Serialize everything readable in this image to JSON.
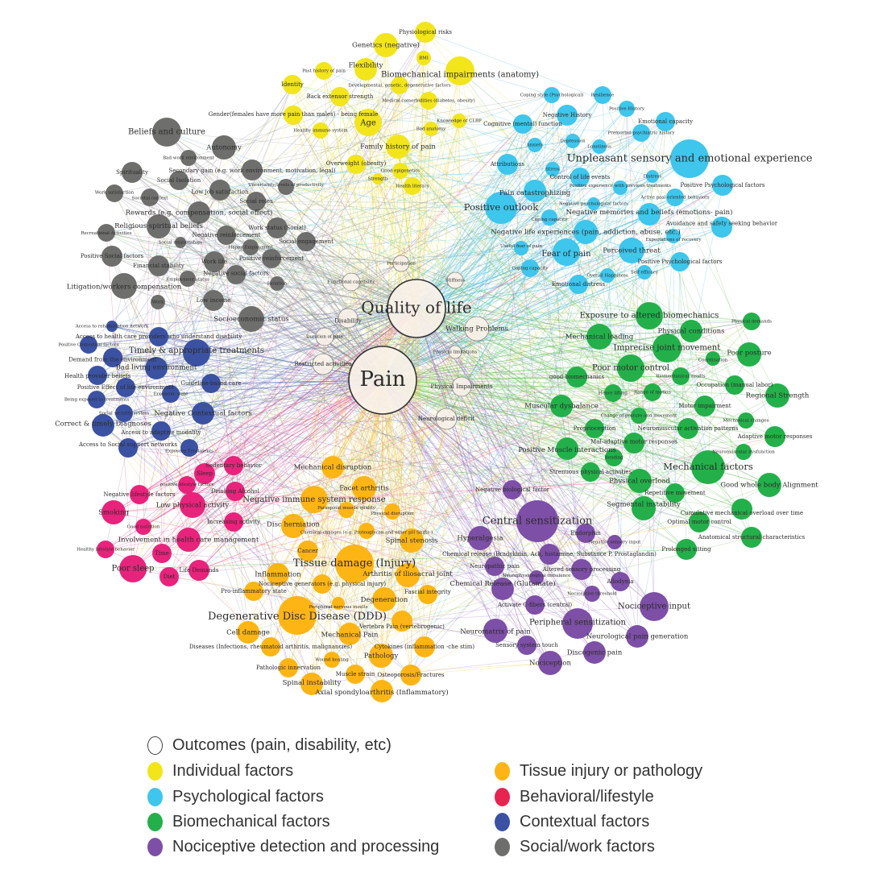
{
  "colors": {
    "outcome": "#f8f1e8",
    "individual": "#f2e51c",
    "psychological": "#3ec6ec",
    "biomechanical": "#23b04a",
    "nociceptive": "#7d4fa6",
    "tissue": "#fdb515",
    "behavioral": "#e8237c",
    "contextual": "#3b52a3",
    "social": "#6e6e6c"
  },
  "legend": [
    {
      "group": "outcome",
      "label": "Outcomes (pain, disability, etc)"
    },
    {
      "group": "individual",
      "label": "Individual factors"
    },
    {
      "group": "psychological",
      "label": "Psychological factors"
    },
    {
      "group": "biomechanical",
      "label": "Biomechanical factors"
    },
    {
      "group": "nociceptive",
      "label": "Nociceptive detection and processing"
    },
    {
      "group": "tissue",
      "label": "Tissue injury or pathology"
    },
    {
      "group": "behavioral",
      "label": "Behavioral/lifestyle"
    },
    {
      "group": "contextual",
      "label": "Contextual factors"
    },
    {
      "group": "social",
      "label": "Social/work factors"
    }
  ],
  "nodes": [
    {
      "label": "Pain",
      "group": "outcome"
    },
    {
      "label": "Quality of life",
      "group": "outcome"
    },
    {
      "label": "Participation",
      "group": "outcome"
    },
    {
      "label": "Functional capability",
      "group": "outcome"
    },
    {
      "label": "Stiffness",
      "group": "outcome"
    },
    {
      "label": "Disability",
      "group": "outcome"
    },
    {
      "label": "Duration of pain",
      "group": "outcome"
    },
    {
      "label": "Walking Problems",
      "group": "outcome"
    },
    {
      "label": "Restricted activities",
      "group": "outcome"
    },
    {
      "label": "Physical limitations",
      "group": "outcome"
    },
    {
      "label": "Physical Impairments",
      "group": "outcome"
    },
    {
      "label": "Neurological deficit",
      "group": "outcome"
    },
    {
      "label": "Physiological risks",
      "group": "individual"
    },
    {
      "label": "Genetics (negative)",
      "group": "individual"
    },
    {
      "label": "BMI",
      "group": "individual"
    },
    {
      "label": "Flexibility",
      "group": "individual"
    },
    {
      "label": "Biomechanical impairments (anatomy)",
      "group": "individual"
    },
    {
      "label": "Past history of pain",
      "group": "individual"
    },
    {
      "label": "Identity",
      "group": "individual"
    },
    {
      "label": "Developmental, genetic, degenerative factors",
      "group": "individual"
    },
    {
      "label": "Back extensor strength",
      "group": "individual"
    },
    {
      "label": "Medical comorbidities (diabetes, obesity)",
      "group": "individual"
    },
    {
      "label": "Gender(females have more pain than males) - being female",
      "group": "individual"
    },
    {
      "label": "Age",
      "group": "individual"
    },
    {
      "label": "Healthy immune system",
      "group": "individual"
    },
    {
      "label": "Knowledge of CLBP",
      "group": "individual"
    },
    {
      "label": "Bad anatomy",
      "group": "individual"
    },
    {
      "label": "Family history of pain",
      "group": "individual"
    },
    {
      "label": "Overweight (obesity)",
      "group": "individual"
    },
    {
      "label": "Good epigenetics",
      "group": "individual"
    },
    {
      "label": "Strength",
      "group": "individual"
    },
    {
      "label": "Health literacy",
      "group": "individual"
    },
    {
      "label": "Coping style (Psychological)",
      "group": "psychological"
    },
    {
      "label": "Resilience",
      "group": "psychological"
    },
    {
      "label": "Negative History",
      "group": "psychological"
    },
    {
      "label": "Positive History",
      "group": "psychological"
    },
    {
      "label": "Cognitive (mental) function",
      "group": "psychological"
    },
    {
      "label": "Emotional capacity",
      "group": "psychological"
    },
    {
      "label": "Premorbid psychiatric history",
      "group": "psychological"
    },
    {
      "label": "Anxiety",
      "group": "psychological"
    },
    {
      "label": "Depression",
      "group": "psychological"
    },
    {
      "label": "Loneliness",
      "group": "psychological"
    },
    {
      "label": "Unpleasant sensory and emotional experience",
      "group": "psychological"
    },
    {
      "label": "Attributions",
      "group": "psychological"
    },
    {
      "label": "Stress",
      "group": "psychological"
    },
    {
      "label": "Control of life events",
      "group": "psychological"
    },
    {
      "label": "Distress",
      "group": "psychological"
    },
    {
      "label": "Pain catastrophizing",
      "group": "psychological"
    },
    {
      "label": "Positive Psychological factors",
      "group": "psychological"
    },
    {
      "label": "Positive experience with previous treatments",
      "group": "psychological"
    },
    {
      "label": "Active goal oriented behaviors",
      "group": "psychological"
    },
    {
      "label": "Positive outlook",
      "group": "psychological"
    },
    {
      "label": "Negative psychological factors",
      "group": "psychological"
    },
    {
      "label": "Coping capacity",
      "group": "psychological"
    },
    {
      "label": "Negative memories and beliefs (emotions- pain)",
      "group": "psychological"
    },
    {
      "label": "Avoidance and safety seeking behavior",
      "group": "psychological"
    },
    {
      "label": "Negative life experiences (pain, addiction, abuse, etc.)",
      "group": "psychological"
    },
    {
      "label": "Expectations of recovery",
      "group": "psychological"
    },
    {
      "label": "Useful fear of pain",
      "group": "psychological"
    },
    {
      "label": "Fear of pain",
      "group": "psychological"
    },
    {
      "label": "Perceived threat",
      "group": "psychological"
    },
    {
      "label": "Coping capacity",
      "group": "psychological"
    },
    {
      "label": "Positive Psychological factors",
      "group": "psychological"
    },
    {
      "label": "Overall Happiness",
      "group": "psychological"
    },
    {
      "label": "Self efficacy",
      "group": "psychological"
    },
    {
      "label": "Emotional distress",
      "group": "psychological"
    },
    {
      "label": "Exposure to altered biomechanics",
      "group": "biomechanical"
    },
    {
      "label": "Physical demands",
      "group": "biomechanical"
    },
    {
      "label": "Mechanical loading",
      "group": "biomechanical"
    },
    {
      "label": "Physical conditions",
      "group": "biomechanical"
    },
    {
      "label": "Imprecise joint movement",
      "group": "biomechanical"
    },
    {
      "label": "Poor posture",
      "group": "biomechanical"
    },
    {
      "label": "Coordination",
      "group": "biomechanical"
    },
    {
      "label": "Poor motor control",
      "group": "biomechanical"
    },
    {
      "label": "good biomechanics",
      "group": "biomechanical"
    },
    {
      "label": "Biomechanical insults",
      "group": "biomechanical"
    },
    {
      "label": "Occupation (manual labor)",
      "group": "biomechanical"
    },
    {
      "label": "Regional Strength",
      "group": "biomechanical"
    },
    {
      "label": "Heavy lifting",
      "group": "biomechanical"
    },
    {
      "label": "Range of motion",
      "group": "biomechanical"
    },
    {
      "label": "Muscular dysbalance",
      "group": "biomechanical"
    },
    {
      "label": "Motor impairment",
      "group": "biomechanical"
    },
    {
      "label": "Change of posture and movement",
      "group": "biomechanical"
    },
    {
      "label": "Mechanical changes",
      "group": "biomechanical"
    },
    {
      "label": "Proprioception",
      "group": "biomechanical"
    },
    {
      "label": "Neuromuscular activation patterns",
      "group": "biomechanical"
    },
    {
      "label": "Adaptive motor responses",
      "group": "biomechanical"
    },
    {
      "label": "Mal-adaptive motor responses",
      "group": "biomechanical"
    },
    {
      "label": "Positive Muscle interactions",
      "group": "biomechanical"
    },
    {
      "label": "Bending",
      "group": "biomechanical"
    },
    {
      "label": "Neuromuscular dysfunction",
      "group": "biomechanical"
    },
    {
      "label": "Mechanical factors",
      "group": "biomechanical"
    },
    {
      "label": "Strenuous physical activities",
      "group": "biomechanical"
    },
    {
      "label": "Physical overload",
      "group": "biomechanical"
    },
    {
      "label": "Good whole body Alignment",
      "group": "biomechanical"
    },
    {
      "label": "Repetitive movement",
      "group": "biomechanical"
    },
    {
      "label": "Segmental instability",
      "group": "biomechanical"
    },
    {
      "label": "Cumulative mechanical overload over time",
      "group": "biomechanical"
    },
    {
      "label": "Optimal motor control",
      "group": "biomechanical"
    },
    {
      "label": "Anatomical structural characteristics",
      "group": "biomechanical"
    },
    {
      "label": "Prolonged sitting",
      "group": "biomechanical"
    },
    {
      "label": "Negative biological factor",
      "group": "nociceptive"
    },
    {
      "label": "Central sensitization",
      "group": "nociceptive"
    },
    {
      "label": "Hyperalgesia",
      "group": "nociceptive"
    },
    {
      "label": "Endorphin",
      "group": "nociceptive"
    },
    {
      "label": "Negative sensory input",
      "group": "nociceptive"
    },
    {
      "label": "Chemical release (Bradykinin, Ach, histamine, Substance P, Prostaglandin)",
      "group": "nociceptive"
    },
    {
      "label": "Neuropathic pain",
      "group": "nociceptive"
    },
    {
      "label": "Altered sensory processing",
      "group": "nociceptive"
    },
    {
      "label": "Neurophysiological imbalance",
      "group": "nociceptive"
    },
    {
      "label": "Allodynia",
      "group": "nociceptive"
    },
    {
      "label": "Chemical Release (Glutamate)",
      "group": "nociceptive"
    },
    {
      "label": "Nociceptive threshold",
      "group": "nociceptive"
    },
    {
      "label": "Nociceptive input",
      "group": "nociceptive"
    },
    {
      "label": "Activate C-fibers (central)",
      "group": "nociceptive"
    },
    {
      "label": "Peripheral sensitization",
      "group": "nociceptive"
    },
    {
      "label": "Neurological pain generation",
      "group": "nociceptive"
    },
    {
      "label": "Neuromatrix of pain",
      "group": "nociceptive"
    },
    {
      "label": "Sensory system touch",
      "group": "nociceptive"
    },
    {
      "label": "Discogenic pain",
      "group": "nociceptive"
    },
    {
      "label": "Nociception",
      "group": "nociceptive"
    },
    {
      "label": "Mechanical disruption",
      "group": "tissue"
    },
    {
      "label": "Facet arthritis",
      "group": "tissue"
    },
    {
      "label": "Negative immune system response",
      "group": "tissue"
    },
    {
      "label": "Paraspinal muscle quality",
      "group": "tissue"
    },
    {
      "label": "Physical disruption",
      "group": "tissue"
    },
    {
      "label": "Disc herniation",
      "group": "tissue"
    },
    {
      "label": "Chemical changes (e.g. Proteoglycan and other pH Shifts )",
      "group": "tissue"
    },
    {
      "label": "Spinal stenosis",
      "group": "tissue"
    },
    {
      "label": "Cancer",
      "group": "tissue"
    },
    {
      "label": "Tissue damage (Injury)",
      "group": "tissue"
    },
    {
      "label": "Inflammation",
      "group": "tissue"
    },
    {
      "label": "Arthritis of iliosacral joint",
      "group": "tissue"
    },
    {
      "label": "Nociceptive generators (e.g. physical injury)",
      "group": "tissue"
    },
    {
      "label": "Pro-inflammatory state",
      "group": "tissue"
    },
    {
      "label": "Fascial integrity",
      "group": "tissue"
    },
    {
      "label": "Degeneration",
      "group": "tissue"
    },
    {
      "label": "Peripheral nervous insults",
      "group": "tissue"
    },
    {
      "label": "Degenerative Disc Disease (DDD)",
      "group": "tissue"
    },
    {
      "label": "Vertebra Pain (vertebrogenic)",
      "group": "tissue"
    },
    {
      "label": "Cell damage",
      "group": "tissue"
    },
    {
      "label": "Mechanical Pain",
      "group": "tissue"
    },
    {
      "label": "Diseases (Infections, rheumatoid arthritis, malignancies)",
      "group": "tissue"
    },
    {
      "label": "Cytokines (inflammation -che stim)",
      "group": "tissue"
    },
    {
      "label": "Pathology",
      "group": "tissue"
    },
    {
      "label": "Wound healing",
      "group": "tissue"
    },
    {
      "label": "Pathologic innervation",
      "group": "tissue"
    },
    {
      "label": "Muscle strain",
      "group": "tissue"
    },
    {
      "label": "Osteoporosis/Fractures",
      "group": "tissue"
    },
    {
      "label": "Spinal instability",
      "group": "tissue"
    },
    {
      "label": "Axial spondyloarthritis (Inflammatory)",
      "group": "tissue"
    },
    {
      "label": "Sedentary behavior",
      "group": "behavioral"
    },
    {
      "label": "Sleep",
      "group": "behavioral"
    },
    {
      "label": "positive lifestyle factors",
      "group": "behavioral"
    },
    {
      "label": "Negative lifestyle factors",
      "group": "behavioral"
    },
    {
      "label": "Drinking Alcohol",
      "group": "behavioral"
    },
    {
      "label": "Smoking",
      "group": "behavioral"
    },
    {
      "label": "Low physical activity",
      "group": "behavioral"
    },
    {
      "label": "Increasing activity",
      "group": "behavioral"
    },
    {
      "label": "Good nutrition",
      "group": "behavioral"
    },
    {
      "label": "Involvement in health care management",
      "group": "behavioral"
    },
    {
      "label": "Healthy lifestyle behavior",
      "group": "behavioral"
    },
    {
      "label": "Time",
      "group": "behavioral"
    },
    {
      "label": "Poor sleep",
      "group": "behavioral"
    },
    {
      "label": "Diet",
      "group": "behavioral"
    },
    {
      "label": "Life Demands",
      "group": "behavioral"
    },
    {
      "label": "Access to rehabilitation network",
      "group": "contextual"
    },
    {
      "label": "Access to health care providers who understand disability",
      "group": "contextual"
    },
    {
      "label": "Positive Contextual factors",
      "group": "contextual"
    },
    {
      "label": "Timely & appropriate treatments",
      "group": "contextual"
    },
    {
      "label": "Demand from the environment",
      "group": "contextual"
    },
    {
      "label": "Bad living environment",
      "group": "contextual"
    },
    {
      "label": "Health provider beliefs",
      "group": "contextual"
    },
    {
      "label": "Positive Effect of life environment",
      "group": "contextual"
    },
    {
      "label": "Guideline-based care",
      "group": "contextual"
    },
    {
      "label": "Economic state",
      "group": "contextual"
    },
    {
      "label": "Being exposed to treatments",
      "group": "contextual"
    },
    {
      "label": "Social security system",
      "group": "contextual"
    },
    {
      "label": "Negative Contextual factors",
      "group": "contextual"
    },
    {
      "label": "Correct & timely Diagnoses",
      "group": "contextual"
    },
    {
      "label": "Access to adaptive modality",
      "group": "contextual"
    },
    {
      "label": "Access to Social support networks",
      "group": "contextual"
    },
    {
      "label": "Exposure Treatments",
      "group": "contextual"
    },
    {
      "label": "Beliefs and culture",
      "group": "social"
    },
    {
      "label": "Autonomy",
      "group": "social"
    },
    {
      "label": "Bad work environment",
      "group": "social"
    },
    {
      "label": "Spirituality",
      "group": "social"
    },
    {
      "label": "Secondary gain (e.g. work environment, motivation, legal)",
      "group": "social"
    },
    {
      "label": "Social Isolation",
      "group": "social"
    },
    {
      "label": "Low job satisfaction",
      "group": "social"
    },
    {
      "label": "Work satisfaction",
      "group": "social"
    },
    {
      "label": "Societal context",
      "group": "social"
    },
    {
      "label": "Uncertainty/levels of productivity",
      "group": "social"
    },
    {
      "label": "Social roles",
      "group": "social"
    },
    {
      "label": "Rewards (e.g. compensation, social effect)",
      "group": "social"
    },
    {
      "label": "Religious spiritual beliefs",
      "group": "social"
    },
    {
      "label": "Recreational Activities",
      "group": "social"
    },
    {
      "label": "Negative reinforcement",
      "group": "social"
    },
    {
      "label": "Social relationships",
      "group": "social"
    },
    {
      "label": "Work status (Social)",
      "group": "social"
    },
    {
      "label": "Happy Employment",
      "group": "social"
    },
    {
      "label": "Social engagement",
      "group": "social"
    },
    {
      "label": "Positive Social factors",
      "group": "social"
    },
    {
      "label": "Financial stability",
      "group": "social"
    },
    {
      "label": "Work life",
      "group": "social"
    },
    {
      "label": "Positive reinforcement",
      "group": "social"
    },
    {
      "label": "Employment status",
      "group": "social"
    },
    {
      "label": "Negative social factors",
      "group": "social"
    },
    {
      "label": "Isolation",
      "group": "social"
    },
    {
      "label": "Litigation/workers compensation",
      "group": "social"
    },
    {
      "label": "Work",
      "group": "social"
    },
    {
      "label": "Low income",
      "group": "social"
    },
    {
      "label": "Socioeconomic status",
      "group": "social"
    }
  ]
}
